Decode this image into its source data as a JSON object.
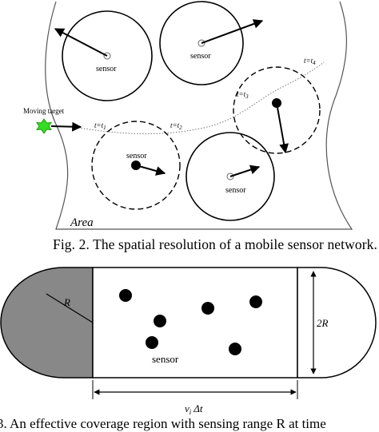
{
  "figure_top": {
    "area_label": "Area",
    "sensor_label": "sensor",
    "target_label": "Moving target",
    "times": [
      {
        "id": "t1",
        "base": "t=t",
        "sub": "1"
      },
      {
        "id": "t2",
        "base": "t=t",
        "sub": "2"
      },
      {
        "id": "t3",
        "base": "t=t",
        "sub": "3"
      },
      {
        "id": "t4",
        "base": "t=t",
        "sub": "4"
      }
    ],
    "caption": "Fig. 2.   The spatial resolution of a mobile sensor network.",
    "colors": {
      "target": "#33dd22",
      "target_stroke": "#229911",
      "shaded": "#888888"
    }
  },
  "figure_bottom": {
    "radius_label": "R",
    "diameter_label": "2R",
    "sensor_label": "sensor",
    "distance_label": {
      "v": "v",
      "sub": "i",
      "rest": "Δt"
    },
    "caption": "3.   An effective coverage region with sensing range R at time"
  }
}
